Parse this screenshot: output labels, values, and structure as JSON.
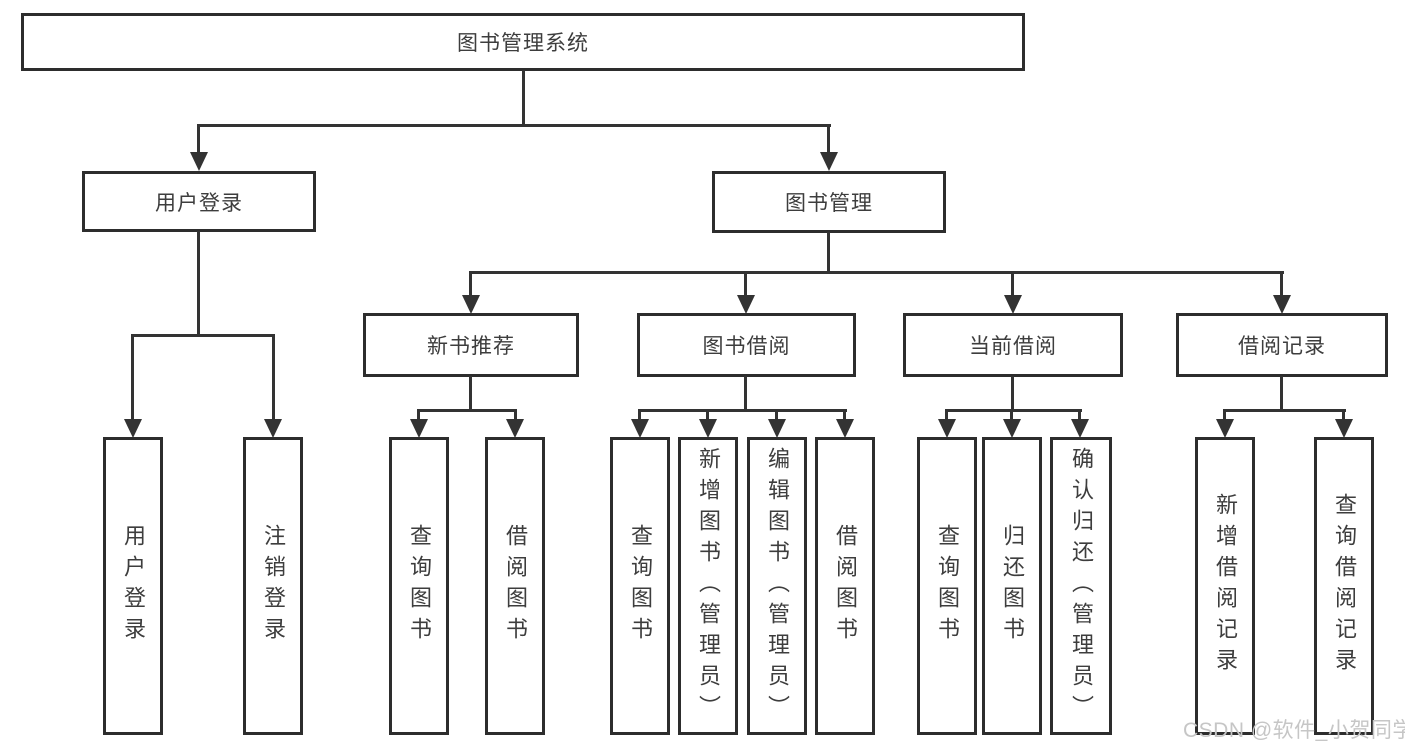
{
  "page": {
    "watermark": "CSDN @软件_小贺同学"
  },
  "colors": {
    "line": "#333333",
    "box_border": "#2d2d2d",
    "text": "#3d3d3d",
    "watermark": "#c6c6c6",
    "background": "#ffffff"
  },
  "tree": {
    "root": {
      "label": "图书管理系统"
    },
    "user_login": {
      "label": "用户登录",
      "leaves": [
        "用户登录",
        "注销登录"
      ]
    },
    "book_management": {
      "label": "图书管理",
      "modules": [
        {
          "label": "新书推荐",
          "leaves": [
            "查询图书",
            "借阅图书"
          ]
        },
        {
          "label": "图书借阅",
          "leaves": [
            "查询图书",
            "新增图书（管理员）",
            "编辑图书（管理员）",
            "借阅图书"
          ]
        },
        {
          "label": "当前借阅",
          "leaves": [
            "查询图书",
            "归还图书",
            "确认归还（管理员）"
          ]
        },
        {
          "label": "借阅记录",
          "leaves": [
            "新增借阅记录",
            "查询借阅记录"
          ]
        }
      ]
    }
  }
}
